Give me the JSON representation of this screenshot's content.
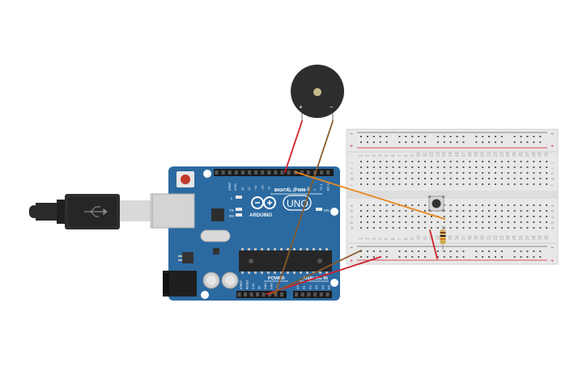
{
  "circuit": {
    "arduino": {
      "logo": "UNO",
      "brand": "ARDUINO",
      "digital_label": "DIGITAL (PWM~)",
      "analog_label": "ANALOG IN",
      "power_label": "POWER",
      "led_labels": [
        "L",
        "TX",
        "RX",
        "ON"
      ],
      "aref": "AREF",
      "gnd": "GND",
      "digital_pins": [
        "13",
        "12",
        "~11",
        "~10",
        "~9",
        "8",
        "7",
        "~6",
        "~5",
        "4",
        "~3",
        "2",
        "TX 1",
        "RX 0"
      ],
      "power_pins": [
        "IOREF",
        "RESET",
        "3.3V",
        "5V",
        "GND",
        "GND",
        "VIN"
      ],
      "analog_pins": [
        "A0",
        "A1",
        "A2",
        "A3",
        "A4",
        "A5"
      ]
    },
    "buzzer": {
      "plus": "+",
      "minus": "−"
    },
    "breadboard": {
      "rail_plus": "+",
      "rail_minus": "−",
      "row_letters_top": [
        "j",
        "i",
        "h",
        "g",
        "f"
      ],
      "row_letters_bottom": [
        "e",
        "d",
        "c",
        "b",
        "a"
      ],
      "columns": [
        "1",
        "2",
        "3",
        "4",
        "5",
        "6",
        "7",
        "8",
        "9",
        "10",
        "11",
        "12",
        "13",
        "14",
        "15",
        "16",
        "17",
        "18",
        "19",
        "20",
        "21",
        "22",
        "23",
        "24",
        "25",
        "26",
        "27",
        "28",
        "29",
        "30"
      ]
    },
    "colors": {
      "board_blue": "#2b6aa1",
      "wire_red": "#d0202a",
      "wire_brown": "#8b5a2b",
      "wire_orange": "#e8871e",
      "breadboard": "#e8e8e8"
    }
  }
}
